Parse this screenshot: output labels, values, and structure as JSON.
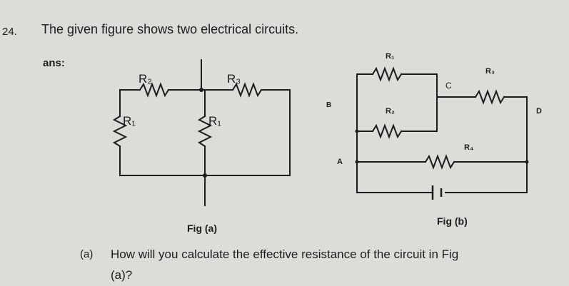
{
  "question": {
    "number": "24.",
    "text": "The given figure shows two electrical circuits.",
    "answer_label": "ans:"
  },
  "figures": {
    "a": {
      "caption": "Fig (a)",
      "labels": [
        "R₂",
        "R₃",
        "R₁",
        "R₁"
      ]
    },
    "b": {
      "caption": "Fig (b)",
      "labels": [
        "R₁",
        "R₂",
        "R₃",
        "R₄",
        "A",
        "B",
        "C",
        "D"
      ]
    }
  },
  "subquestion": {
    "label": "(a)",
    "text_line1": "How will you calculate the effective resistance of the circuit in Fig",
    "text_line2": "(a)?"
  }
}
